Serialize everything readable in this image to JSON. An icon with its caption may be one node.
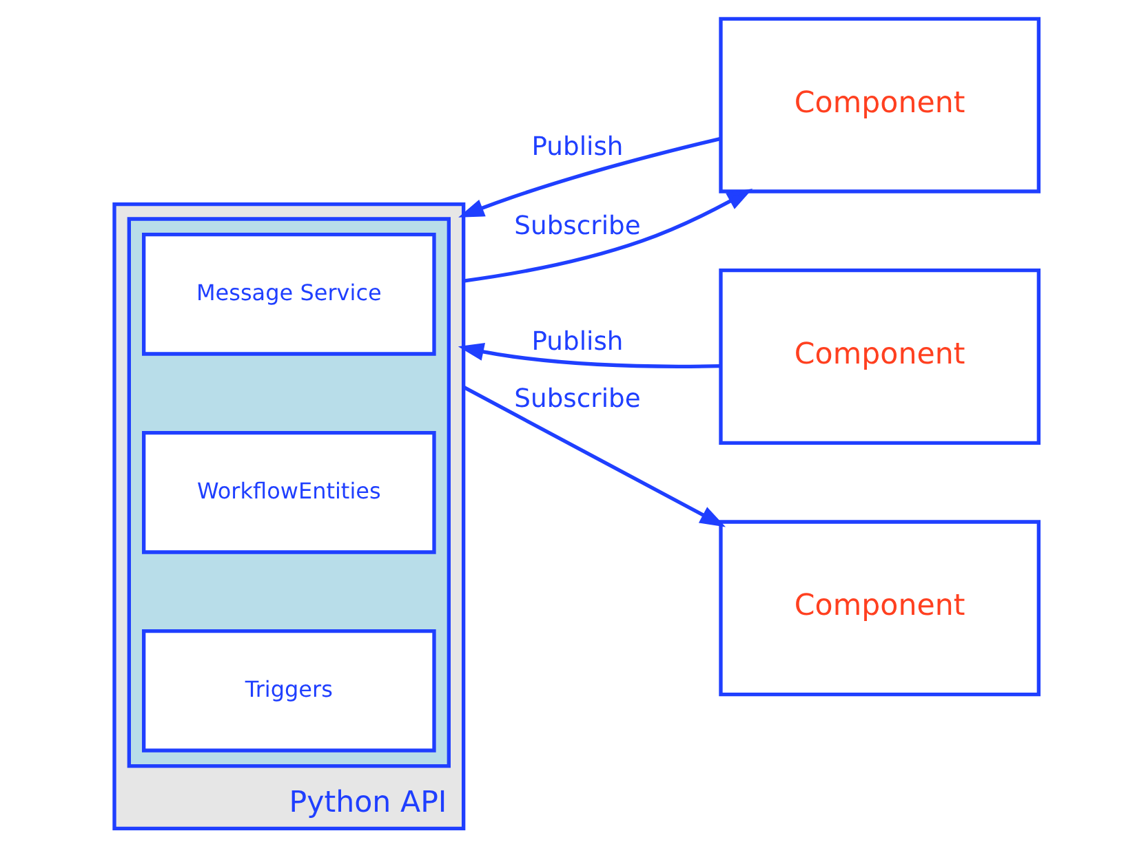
{
  "diagram": {
    "nodes": [
      {
        "text": [
          "Python API"
        ]
      },
      {
        "text": [],
        "shape": "box",
        "in": 0
      },
      {
        "text": [
          "Message Service"
        ],
        "in": 1
      },
      {
        "text": [
          "WorkflowEntities"
        ],
        "in": 1
      },
      {
        "text": [
          "Triggers"
        ],
        "in": 1
      },
      {
        "text": [
          "Component"
        ]
      },
      {
        "text": [
          "Component"
        ]
      },
      {
        "text": [
          "Component"
        ]
      }
    ],
    "edges": [
      {
        "from": 5,
        "to": 0,
        "arrow": "to",
        "label": "Publish"
      },
      {
        "from": 0,
        "to": 5,
        "arrow": "to",
        "label": "Subscribe"
      },
      {
        "from": 6,
        "to": 0,
        "arrow": "to",
        "label": "Publish"
      },
      {
        "from": 0,
        "to": 7,
        "arrow": "to",
        "label": "Subscribe"
      }
    ]
  }
}
